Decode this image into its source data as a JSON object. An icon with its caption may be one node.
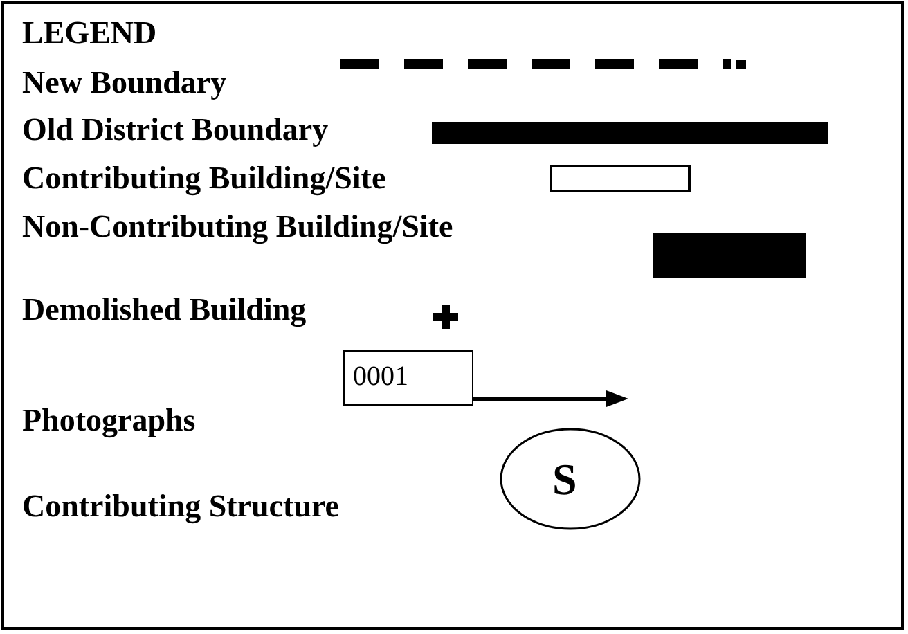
{
  "diagram": {
    "title": "LEGEND",
    "legend": [
      {
        "text": "New Boundary"
      },
      {
        "text": "Old District Boundary"
      },
      {
        "text": "Contributing Building/Site"
      },
      {
        "text": "Non-Contributing Building/Site",
        "color": "#000000"
      },
      {
        "text": "Demolished Building"
      },
      {
        "text": "Photographs"
      },
      {
        "text": "Contributing Structure"
      }
    ],
    "labels": [
      "0001",
      "S"
    ]
  }
}
